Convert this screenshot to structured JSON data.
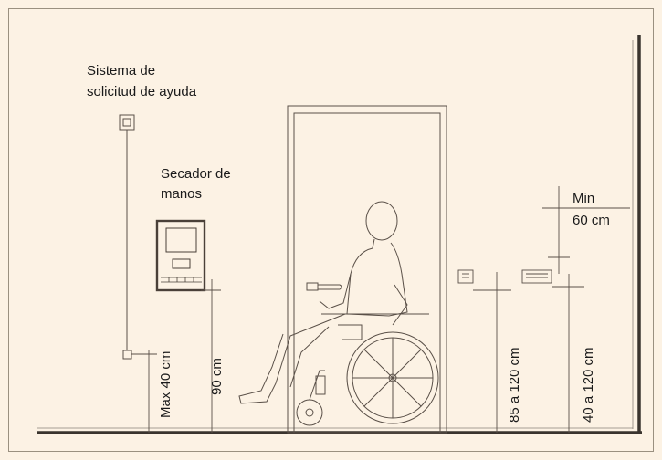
{
  "labels": {
    "help_system_line1": "Sistema de",
    "help_system_line2": "solicitud de ayuda",
    "hand_dryer_line1": "Secador de",
    "hand_dryer_line2": "manos",
    "min_line1": "Min",
    "min_line2": "60 cm",
    "max_40": "Max 40 cm",
    "h_90": "90 cm",
    "h_85_120": "85 a 120 cm",
    "h_40_120": "40 a 120 cm"
  },
  "colors": {
    "background": "#fcf2e4",
    "line": "#5a5048",
    "floor": "#3a342e"
  }
}
